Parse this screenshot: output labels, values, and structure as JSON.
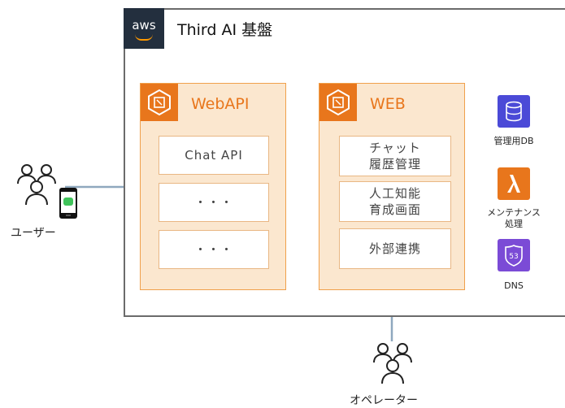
{
  "aws": {
    "logo_text": "aws",
    "title": "Third AI 基盤"
  },
  "webapi": {
    "title": "WebAPI",
    "items": [
      "Chat API",
      "・・・",
      "・・・"
    ]
  },
  "web": {
    "title": "WEB",
    "items": [
      "チャット\n履歴管理",
      "人工知能\n育成画面",
      "外部連携"
    ]
  },
  "services": [
    {
      "label": "管理用DB",
      "icon": "database-icon",
      "color": "#4b4ad7"
    },
    {
      "label": "メンテナンス\n処理",
      "icon": "lambda-icon",
      "color": "#e8761c"
    },
    {
      "label": "DNS",
      "icon": "route53-icon",
      "color": "#7b4bd6"
    }
  ],
  "actors": {
    "user": "ユーザー",
    "operator": "オペレーター"
  },
  "colors": {
    "accent_orange": "#e8761c",
    "group_fill": "#fbe7cf",
    "aws_dark": "#232f3e",
    "line": "#8fa8be"
  }
}
